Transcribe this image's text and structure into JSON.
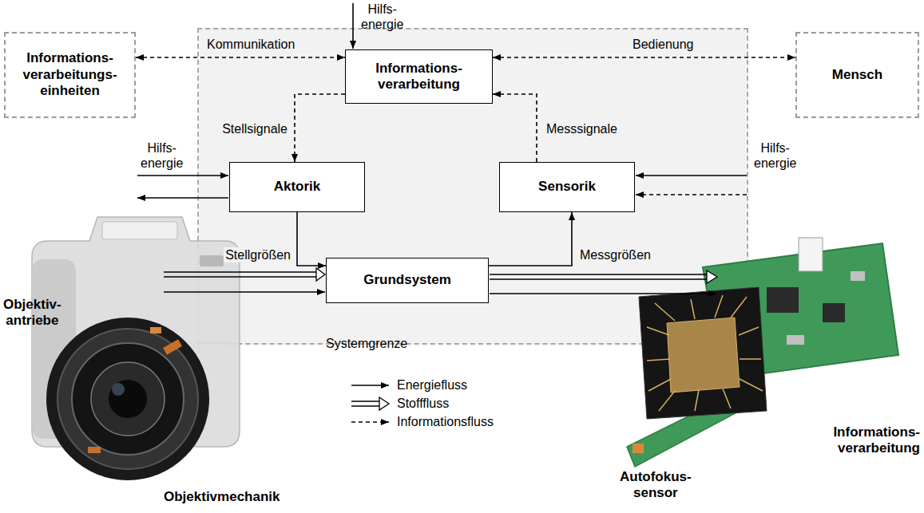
{
  "diagram": {
    "nodes": [
      {
        "text": [
          "Informations- verarbeitungs- einheiten"
        ]
      },
      {
        "text": [
          "Systemgrenze"
        ]
      },
      {
        "text": [
          "Informations- verarbeitung"
        ],
        "in": 1
      },
      {
        "text": [
          "Mensch"
        ]
      },
      {
        "text": [
          "Aktorik"
        ],
        "in": 1
      },
      {
        "text": [
          "Sensorik"
        ],
        "in": 1
      },
      {
        "text": [
          "Grundsystem"
        ],
        "in": 1
      }
    ],
    "edges": [
      {
        "from": 0,
        "to": 2,
        "arrow": "both",
        "label": "Kommunikation"
      },
      {
        "from": 2,
        "to": 3,
        "arrow": "both",
        "label": "Bedienung"
      },
      {
        "from": 2,
        "to": 4,
        "arrow": "to",
        "label": "Stellsignale"
      },
      {
        "from": 5,
        "to": 2,
        "arrow": "to",
        "label": "Messsignale"
      },
      {
        "from": 4,
        "to": 6,
        "arrow": "to",
        "label": "Stellgrößen"
      },
      {
        "from": 6,
        "to": 5,
        "arrow": "to",
        "label": "Messgrößen"
      }
    ],
    "labels": [
      "Hilfs- energie",
      "Hilfs- energie",
      "Hilfs- energie",
      "Objektiv- antriebe",
      "Objektivmechanik",
      "Autofokus- sensor",
      "Informations- verarbeitung"
    ],
    "legend": [
      {
        "text": "Energiefluss"
      },
      {
        "text": "Stofffluss"
      },
      {
        "text": "Informationsfluss"
      }
    ]
  }
}
